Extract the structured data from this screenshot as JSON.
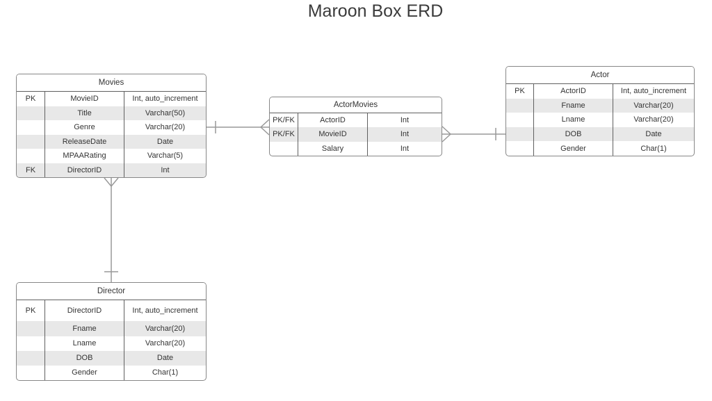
{
  "title": "Maroon Box ERD",
  "colors": {
    "background": "#ffffff",
    "table_border": "#878787",
    "inner_line": "#5f5f5f",
    "row_stripe": "#e8e8e8",
    "text": "#333333",
    "connector": "#999999"
  },
  "tables": [
    {
      "id": "movies",
      "name": "Movies",
      "rows": [
        {
          "key": "PK",
          "field": "MovieID",
          "type": "Int, auto_increment"
        },
        {
          "key": "",
          "field": "Title",
          "type": "Varchar(50)"
        },
        {
          "key": "",
          "field": "Genre",
          "type": "Varchar(20)"
        },
        {
          "key": "",
          "field": "ReleaseDate",
          "type": "Date"
        },
        {
          "key": "",
          "field": "MPAARating",
          "type": "Varchar(5)"
        },
        {
          "key": "FK",
          "field": "DirectorID",
          "type": "Int"
        }
      ]
    },
    {
      "id": "actormovies",
      "name": "ActorMovies",
      "rows": [
        {
          "key": "PK/FK",
          "field": "ActorID",
          "type": "Int"
        },
        {
          "key": "PK/FK",
          "field": "MovieID",
          "type": "Int"
        },
        {
          "key": "",
          "field": "Salary",
          "type": "Int"
        }
      ]
    },
    {
      "id": "actor",
      "name": "Actor",
      "rows": [
        {
          "key": "PK",
          "field": "ActorID",
          "type": "Int, auto_increment"
        },
        {
          "key": "",
          "field": "Fname",
          "type": "Varchar(20)"
        },
        {
          "key": "",
          "field": "Lname",
          "type": "Varchar(20)"
        },
        {
          "key": "",
          "field": "DOB",
          "type": "Date"
        },
        {
          "key": "",
          "field": "Gender",
          "type": "Char(1)"
        }
      ]
    },
    {
      "id": "director",
      "name": "Director",
      "rows": [
        {
          "key": "PK",
          "field": "DirectorID",
          "type": "Int, auto_increment"
        },
        {
          "key": "",
          "field": "Fname",
          "type": "Varchar(20)"
        },
        {
          "key": "",
          "field": "Lname",
          "type": "Varchar(20)"
        },
        {
          "key": "",
          "field": "DOB",
          "type": "Date"
        },
        {
          "key": "",
          "field": "Gender",
          "type": "Char(1)"
        }
      ]
    }
  ],
  "relationships": [
    {
      "one_side": "Movies",
      "many_side": "ActorMovies",
      "notation": "one-to-many crow's foot"
    },
    {
      "one_side": "Actor",
      "many_side": "ActorMovies",
      "notation": "one-to-many crow's foot"
    },
    {
      "one_side": "Director",
      "many_side": "Movies",
      "notation": "one-to-many crow's foot"
    }
  ]
}
